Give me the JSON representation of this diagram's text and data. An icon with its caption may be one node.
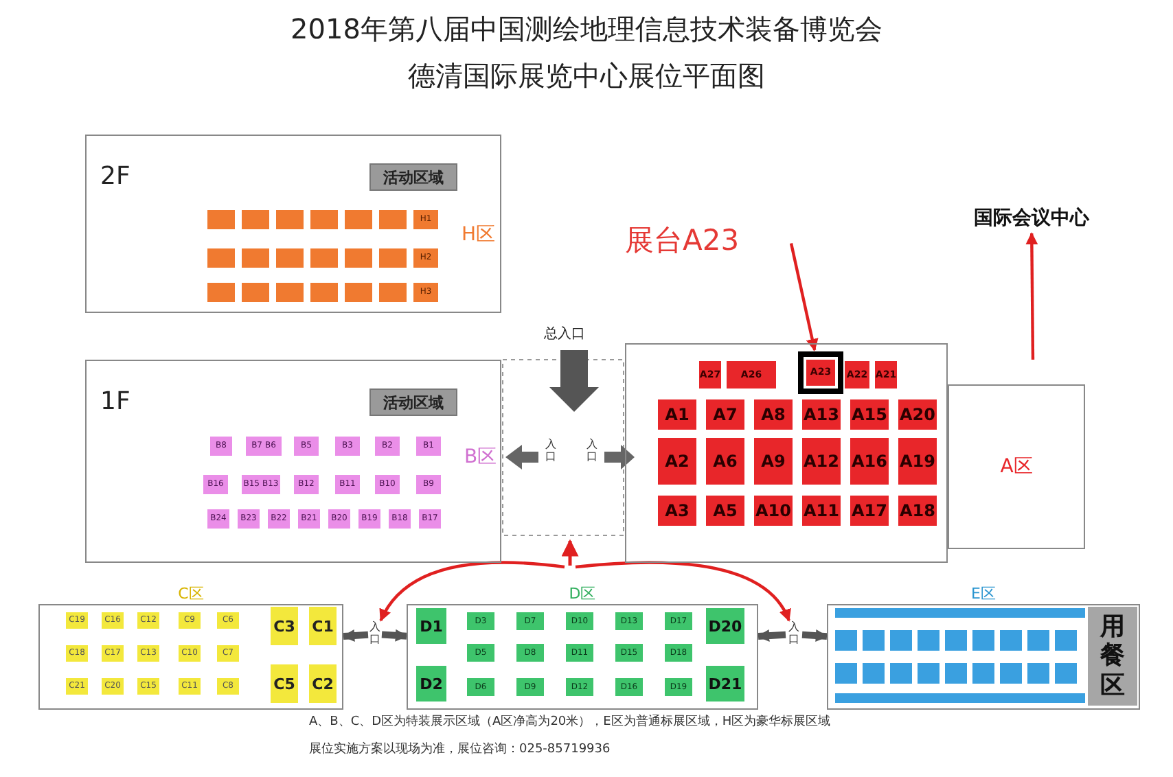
{
  "diagram": {
    "title": "2018年第八届中国测绘地理信息技术装备博览会",
    "nodes": [
      {
        "text": [
          "2F"
        ]
      },
      {
        "text": [
          "活动区域"
        ],
        "in": 0
      },
      {
        "text": [
          "H1"
        ],
        "in": 0
      },
      {
        "text": [
          "H2"
        ],
        "in": 0
      },
      {
        "text": [
          "H3"
        ],
        "in": 0
      },
      {
        "text": [
          "1F"
        ]
      },
      {
        "text": [
          "活动区域"
        ],
        "in": 5
      },
      {
        "text": [
          "B8"
        ],
        "in": 5
      },
      {
        "text": [
          "B7",
          "B6"
        ],
        "in": 5
      },
      {
        "text": [
          "B5"
        ],
        "in": 5
      },
      {
        "text": [
          "B3"
        ],
        "in": 5
      },
      {
        "text": [
          "B2"
        ],
        "in": 5
      },
      {
        "text": [
          "B1"
        ],
        "in": 5
      },
      {
        "text": [
          "B16"
        ],
        "in": 5
      },
      {
        "text": [
          "B15",
          "B13"
        ],
        "in": 5
      },
      {
        "text": [
          "B12"
        ],
        "in": 5
      },
      {
        "text": [
          "B11"
        ],
        "in": 5
      },
      {
        "text": [
          "B10"
        ],
        "in": 5
      },
      {
        "text": [
          "B9"
        ],
        "in": 5
      },
      {
        "text": [
          "B24"
        ],
        "in": 5
      },
      {
        "text": [
          "B23"
        ],
        "in": 5
      },
      {
        "text": [
          "B22"
        ],
        "in": 5
      },
      {
        "text": [
          "B21"
        ],
        "in": 5
      },
      {
        "text": [
          "B20"
        ],
        "in": 5
      },
      {
        "text": [
          "B19"
        ],
        "in": 5
      },
      {
        "text": [
          "B18"
        ],
        "in": 5
      },
      {
        "text": [
          "B17"
        ],
        "in": 5
      },
      {
        "text": [],
        "shape": "box"
      },
      {
        "text": [
          "A27"
        ],
        "in": 27
      },
      {
        "text": [
          "A26"
        ],
        "in": 27
      },
      {
        "text": [
          "A23"
        ],
        "in": 27
      },
      {
        "text": [
          "A22"
        ],
        "in": 27
      },
      {
        "text": [
          "A21"
        ],
        "in": 27
      },
      {
        "text": [
          "A1"
        ],
        "in": 27
      },
      {
        "text": [
          "A7"
        ],
        "in": 27
      },
      {
        "text": [
          "A8"
        ],
        "in": 27
      },
      {
        "text": [
          "A13"
        ],
        "in": 27
      },
      {
        "text": [
          "A15"
        ],
        "in": 27
      },
      {
        "text": [
          "A20"
        ],
        "in": 27
      },
      {
        "text": [
          "A2"
        ],
        "in": 27
      },
      {
        "text": [
          "A6"
        ],
        "in": 27
      },
      {
        "text": [
          "A9"
        ],
        "in": 27
      },
      {
        "text": [
          "A12"
        ],
        "in": 27
      },
      {
        "text": [
          "A16"
        ],
        "in": 27
      },
      {
        "text": [
          "A19"
        ],
        "in": 27
      },
      {
        "text": [
          "A3"
        ],
        "in": 27
      },
      {
        "text": [
          "A5"
        ],
        "in": 27
      },
      {
        "text": [
          "A10"
        ],
        "in": 27
      },
      {
        "text": [
          "A11"
        ],
        "in": 27
      },
      {
        "text": [
          "A17"
        ],
        "in": 27
      },
      {
        "text": [
          "A18"
        ],
        "in": 27
      },
      {
        "text": [
          "A区"
        ]
      },
      {
        "text": [
          "展台A23"
        ]
      },
      {
        "text": [
          "国际会议中心"
        ]
      },
      {
        "text": [
          "C区"
        ]
      },
      {
        "text": [
          "C19"
        ],
        "in": 54
      },
      {
        "text": [
          "C16"
        ],
        "in": 54
      },
      {
        "text": [
          "C12"
        ],
        "in": 54
      },
      {
        "text": [
          "C9"
        ],
        "in": 54
      },
      {
        "text": [
          "C6"
        ],
        "in": 54
      },
      {
        "text": [
          "C18"
        ],
        "in": 54
      },
      {
        "text": [
          "C17"
        ],
        "in": 54
      },
      {
        "text": [
          "C13"
        ],
        "in": 54
      },
      {
        "text": [
          "C10"
        ],
        "in": 54
      },
      {
        "text": [
          "C7"
        ],
        "in": 54
      },
      {
        "text": [
          "C21"
        ],
        "in": 54
      },
      {
        "text": [
          "C20"
        ],
        "in": 54
      },
      {
        "text": [
          "C15"
        ],
        "in": 54
      },
      {
        "text": [
          "C11"
        ],
        "in": 54
      },
      {
        "text": [
          "C8"
        ],
        "in": 54
      },
      {
        "text": [
          "C3"
        ],
        "in": 54
      },
      {
        "text": [
          "C1"
        ],
        "in": 54
      },
      {
        "text": [
          "C5"
        ],
        "in": 54
      },
      {
        "text": [
          "C2"
        ],
        "in": 54
      },
      {
        "text": [
          "D区"
        ]
      },
      {
        "text": [
          "D1"
        ],
        "in": 74
      },
      {
        "text": [
          "D2"
        ],
        "in": 74
      },
      {
        "text": [
          "D3"
        ],
        "in": 74
      },
      {
        "text": [
          "D7"
        ],
        "in": 74
      },
      {
        "text": [
          "D10"
        ],
        "in": 74
      },
      {
        "text": [
          "D13"
        ],
        "in": 74
      },
      {
        "text": [
          "D17"
        ],
        "in": 74
      },
      {
        "text": [
          "D5"
        ],
        "in": 74
      },
      {
        "text": [
          "D8"
        ],
        "in": 74
      },
      {
        "text": [
          "D11"
        ],
        "in": 74
      },
      {
        "text": [
          "D15"
        ],
        "in": 74
      },
      {
        "text": [
          "D18"
        ],
        "in": 74
      },
      {
        "text": [
          "D6"
        ],
        "in": 74
      },
      {
        "text": [
          "D9"
        ],
        "in": 74
      },
      {
        "text": [
          "D12"
        ],
        "in": 74
      },
      {
        "text": [
          "D16"
        ],
        "in": 74
      },
      {
        "text": [
          "D19"
        ],
        "in": 74
      },
      {
        "text": [
          "D20"
        ],
        "in": 74
      },
      {
        "text": [
          "D21"
        ],
        "in": 74
      },
      {
        "text": [
          "E区"
        ]
      },
      {
        "text": [
          "用餐区"
        ],
        "in": 94
      },
      {
        "text": [
          "入口"
        ]
      },
      {
        "text": [
          "入口"
        ]
      },
      {
        "text": [],
        "shape": "box",
        "in": 0
      },
      {
        "text": [],
        "shape": "box",
        "in": 0
      },
      {
        "text": [],
        "shape": "box",
        "in": 0
      },
      {
        "text": [],
        "shape": "box",
        "in": 0
      },
      {
        "text": [],
        "shape": "box",
        "in": 0
      },
      {
        "text": [],
        "shape": "box",
        "in": 0
      },
      {
        "text": [],
        "shape": "box",
        "in": 0
      },
      {
        "text": [],
        "shape": "box",
        "in": 0
      },
      {
        "text": [],
        "shape": "box",
        "in": 0
      },
      {
        "text": [],
        "shape": "box",
        "in": 0
      },
      {
        "text": [],
        "shape": "box",
        "in": 0
      },
      {
        "text": [],
        "shape": "box",
        "in": 0
      },
      {
        "text": [],
        "shape": "box",
        "in": 0
      },
      {
        "text": [],
        "shape": "box",
        "in": 0
      },
      {
        "text": [],
        "shape": "box",
        "in": 0
      },
      {
        "text": [],
        "shape": "box",
        "in": 0
      },
      {
        "text": [],
        "shape": "box",
        "in": 0
      },
      {
        "text": [],
        "shape": "box",
        "in": 0
      }
    ],
    "edges": [
      {
        "from": 52,
        "to": 30,
        "arrow": "to"
      },
      {
        "from": null,
        "to": 53,
        "arrow": "to"
      },
      {
        "from": null,
        "to": 96,
        "arrow": "to"
      },
      {
        "from": null,
        "to": 97,
        "arrow": "to"
      },
      {
        "from": 96,
        "to": 54,
        "arrow": "to",
        "style": "thick",
        "color": "#555555"
      },
      {
        "from": 96,
        "to": 74,
        "arrow": "to",
        "style": "thick",
        "color": "#555555"
      },
      {
        "from": 97,
        "to": 74,
        "arrow": "to",
        "style": "thick",
        "color": "#555555"
      },
      {
        "from": 97,
        "to": 94,
        "arrow": "to",
        "style": "thick",
        "color": "#555555"
      }
    ],
    "labels": [
      "德清国际展览中心展位平面图",
      "H区",
      "总入口",
      "B区",
      "入口",
      "入口",
      "A、B、C、D区为特装展示区域（A区净高为20米），E区为普通标展区域，H区为豪华标展区域",
      "展位实施方案以现场为准，展位咨询：025-85719936"
    ]
  }
}
